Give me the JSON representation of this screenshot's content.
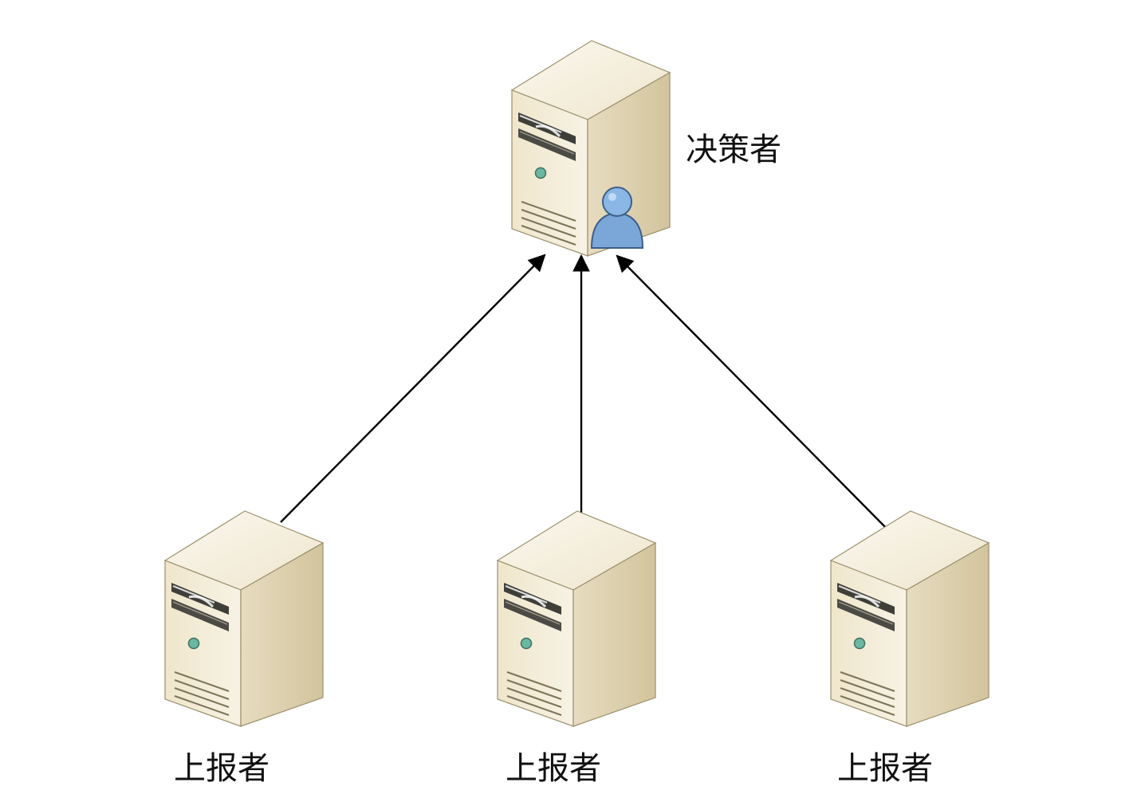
{
  "nodes": {
    "decider": {
      "label": "决策者"
    },
    "reporters": [
      {
        "label": "上报者"
      },
      {
        "label": "上报者"
      },
      {
        "label": "上报者"
      }
    ]
  },
  "colors": {
    "server_front": "#f3ecd8",
    "server_side": "#dccfa8",
    "server_top": "#f8f3e6",
    "server_outline": "#8f8463",
    "user_badge": "#7aa7d8",
    "arrow": "#000000"
  }
}
